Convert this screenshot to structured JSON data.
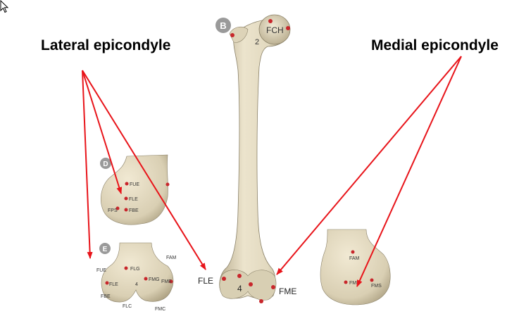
{
  "headings": {
    "lateral": "Lateral epicondyle",
    "medial": "Medial epicondyle"
  },
  "panels": {
    "B": {
      "letter": "B",
      "labels": {
        "fch": "FCH",
        "n2": "2",
        "fle": "FLE",
        "n4": "4",
        "fme": "FME"
      }
    },
    "D": {
      "letter": "D",
      "labels": {
        "fue": "FUE",
        "fle": "FLE",
        "fps": "FPS",
        "fbe": "FBE"
      }
    },
    "E": {
      "letter": "E",
      "labels": {
        "fue": "FUE",
        "flg": "FLG",
        "fam": "FAM",
        "fle": "FLE",
        "n4": "4",
        "fmg": "FMG",
        "fme": "FME",
        "fbe": "FBE",
        "flc": "FLC",
        "fmc": "FMC"
      }
    },
    "right": {
      "labels": {
        "fam": "FAM",
        "fmb": "FMB",
        "fms": "FMS"
      }
    }
  },
  "colors": {
    "arrow": "#e8141a",
    "bone": "#e6ddc4",
    "bone_shade": "#b9ad8f",
    "bone_outline": "#7d7561",
    "landmark": "#c8262b",
    "panel_badge": "#9a9a9a",
    "heading_text": "#000000"
  },
  "icons": {
    "cursor": "mouse-pointer-icon"
  }
}
